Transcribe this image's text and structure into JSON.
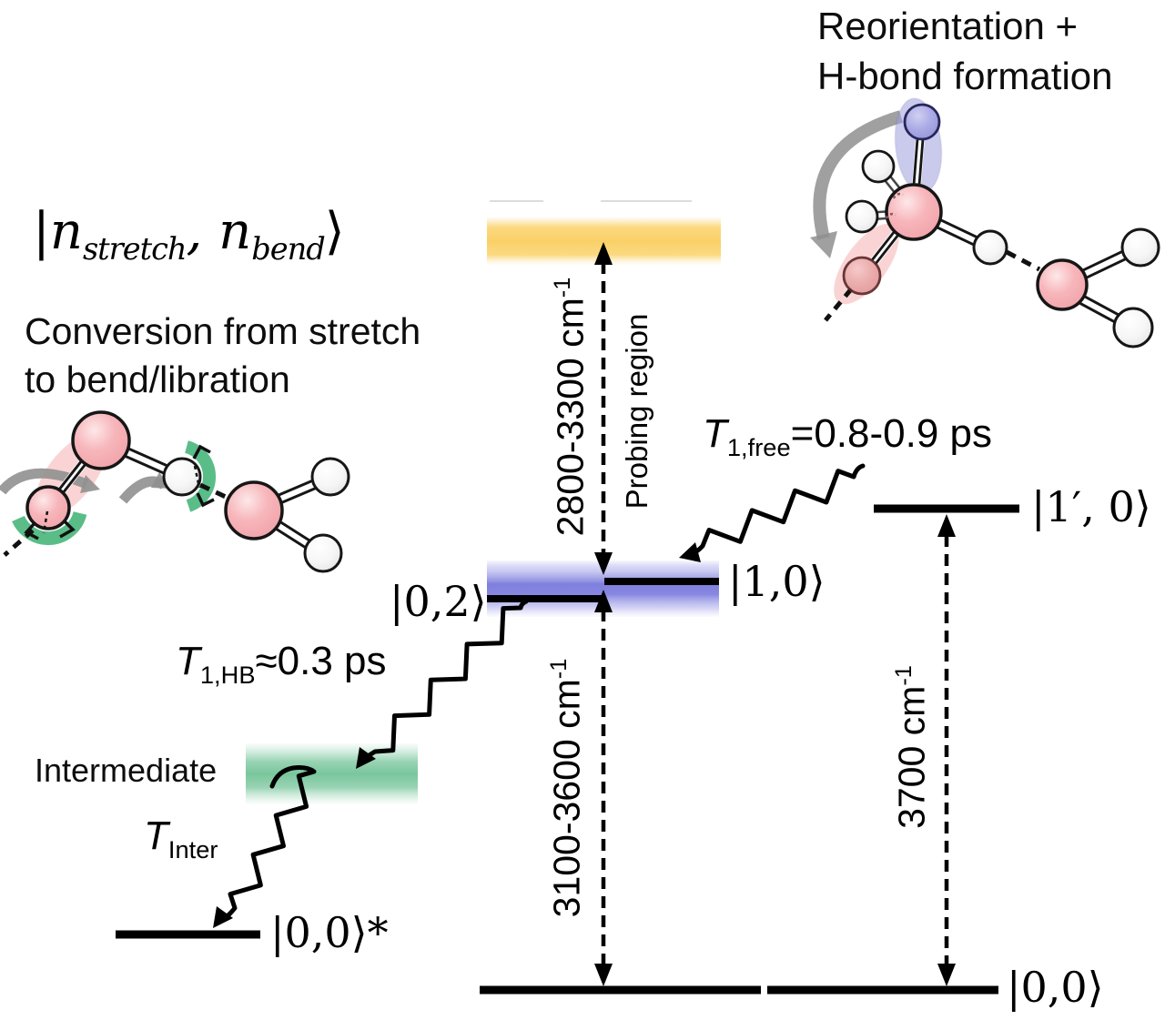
{
  "figure": {
    "state_notation": {
      "open": "|",
      "n1": "n",
      "sub1": "stretch",
      "comma": ", ",
      "n2": "n",
      "sub2": "bend",
      "close": "⟩"
    },
    "top_left_caption": {
      "line1": "Conversion from stretch",
      "line2": "to bend/libration"
    },
    "top_right_caption": {
      "line1": "Reorientation +",
      "line2": "H-bond formation"
    },
    "levels": {
      "bend_overtone": "|0,2⟩",
      "hb_stretch": "|1,0⟩",
      "free_stretch": "|1′, 0⟩",
      "hot_ground": "|0,0⟩*",
      "ground": "|0,0⟩",
      "intermediate": "Intermediate"
    },
    "transitions": {
      "probe_range": "2800-3300 cm",
      "probe_exp": "-1",
      "probe_name": "Probing region",
      "pump_range": "3100-3600 cm",
      "pump_exp": "-1",
      "free_oh": "3700 cm",
      "free_exp": "-1"
    },
    "lifetimes": {
      "t1_free_sym": "T",
      "t1_free_sub": "1,free",
      "t1_free_val": "=0.8-0.9 ps",
      "t1_hb_sym": "T",
      "t1_hb_sub": "1,HB",
      "t1_hb_val": "≈0.3 ps",
      "t_inter_sym": "T",
      "t_inter_sub": "Inter"
    },
    "colors": {
      "probe_band": "#fad068",
      "excited_band": "#7f7fdd",
      "intermediate_band": "#79c69c",
      "oxygen_atom": "#f5abb0",
      "hydrogen_atom": "#ffffff",
      "libration_highlight": "#3db273",
      "reorientation_arrow": "#909090"
    }
  }
}
